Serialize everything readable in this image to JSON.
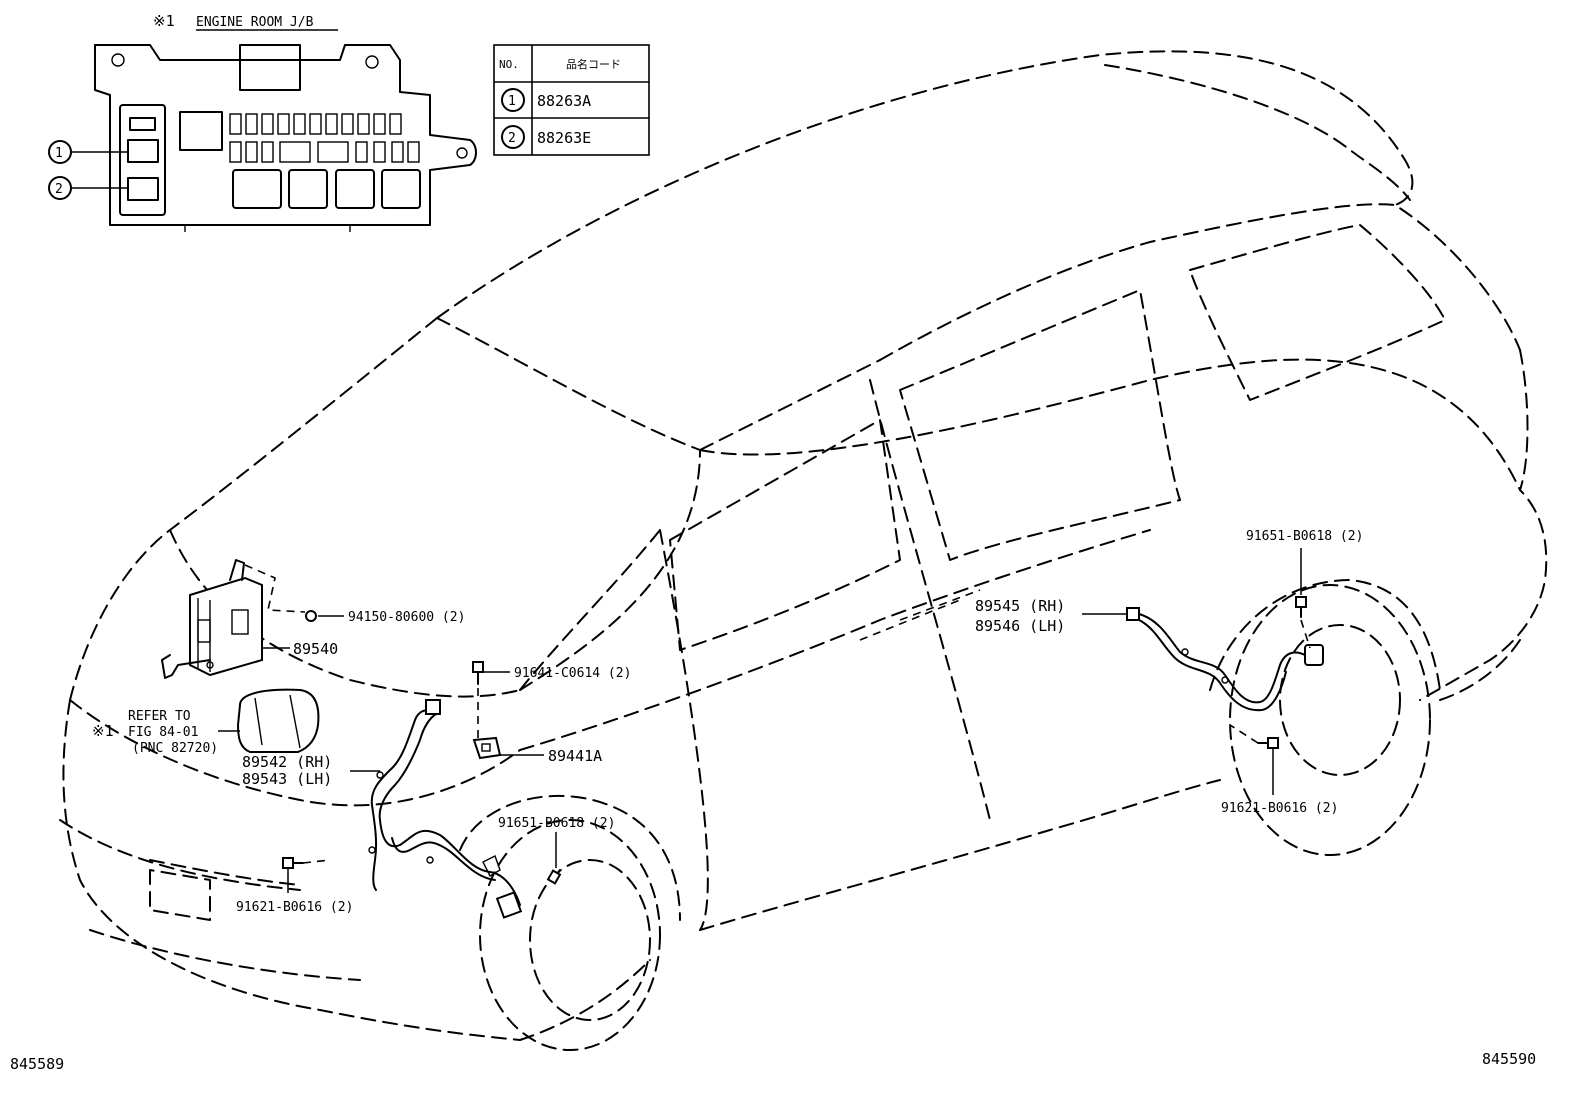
{
  "inset": {
    "marker": "※1",
    "title": "ENGINE ROOM J/B",
    "callouts": [
      "1",
      "2"
    ]
  },
  "code_table": {
    "headers": [
      "NO.",
      "品名コード"
    ],
    "rows": [
      {
        "no": "1",
        "code": "88263A"
      },
      {
        "no": "2",
        "code": "88263E"
      }
    ]
  },
  "labels": {
    "p94150": "94150-80600 (2)",
    "p89540": "89540",
    "refer_marker": "※1",
    "refer_line1": "REFER TO",
    "refer_line2": "FIG 84-01",
    "refer_line3": "(PNC 82720)",
    "p89542": "89542 (RH)",
    "p89543": "89543 (LH)",
    "p91641": "91641-C0614 (2)",
    "p89441a": "89441A",
    "p91651_front": "91651-B0618 (2)",
    "p91621_front": "91621-B0616 (2)",
    "p89545": "89545 (RH)",
    "p89546": "89546 (LH)",
    "p91651_rear": "91651-B0618 (2)",
    "p91621_rear": "91621-B0616 (2)"
  },
  "figure_numbers": {
    "left": "845589",
    "right": "845590"
  }
}
